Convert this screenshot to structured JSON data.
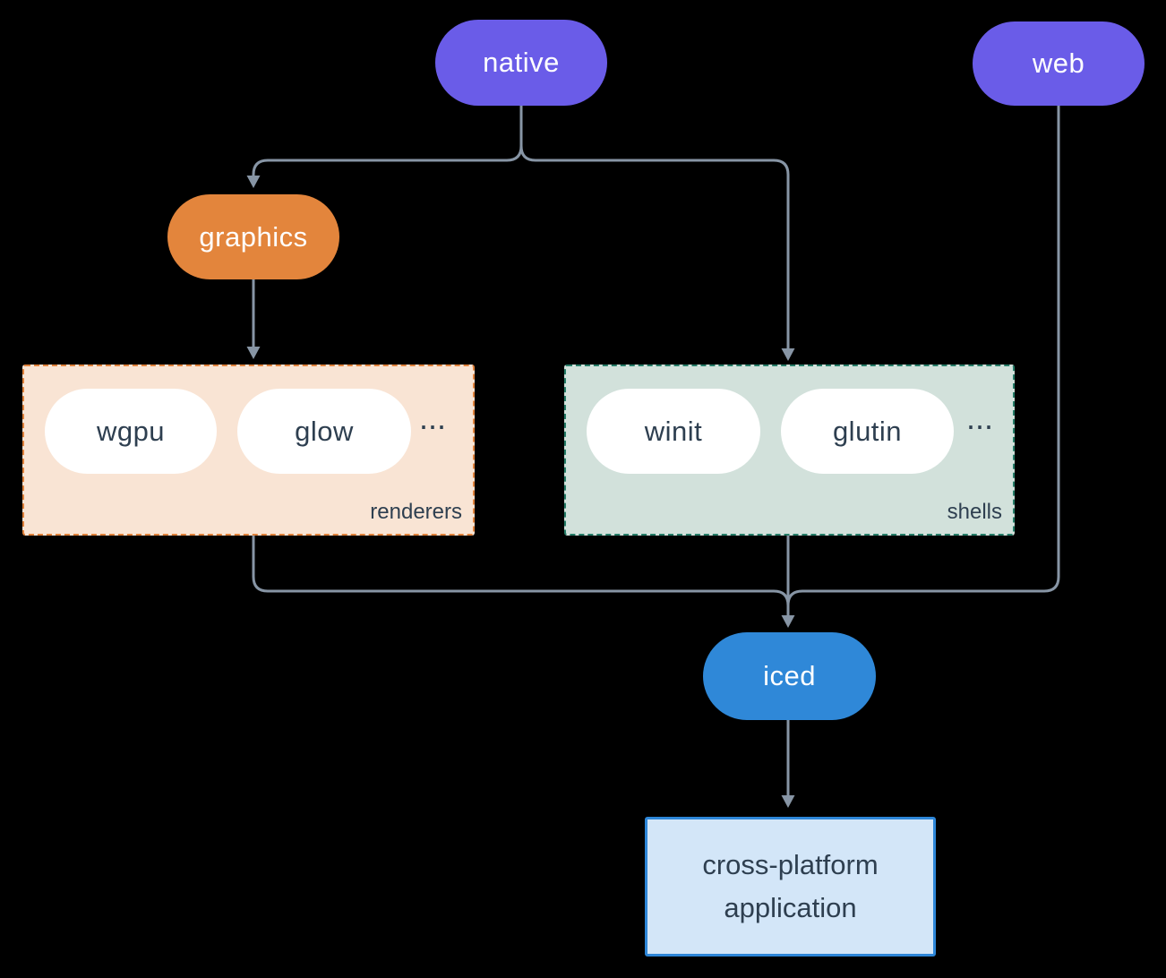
{
  "background": "#000000",
  "edge_color": "#8795A5",
  "text_dark": "#2E3F50",
  "text_light": "#FFFFFF",
  "nodes": {
    "native": {
      "label": "native",
      "fill": "#6A5CE8"
    },
    "web": {
      "label": "web",
      "fill": "#6A5CE8"
    },
    "graphics": {
      "label": "graphics",
      "fill": "#E3853C"
    },
    "wgpu": {
      "label": "wgpu",
      "fill": "#FFFFFF"
    },
    "glow": {
      "label": "glow",
      "fill": "#FFFFFF"
    },
    "winit": {
      "label": "winit",
      "fill": "#FFFFFF"
    },
    "glutin": {
      "label": "glutin",
      "fill": "#FFFFFF"
    },
    "iced": {
      "label": "iced",
      "fill": "#2F88D8"
    },
    "application": {
      "line1": "cross-platform",
      "line2": "application",
      "fill": "#D3E6F8",
      "border": "#2D86D8"
    }
  },
  "groups": {
    "renderers": {
      "label": "renderers",
      "ellipsis": "...",
      "fill": "#F9E4D4",
      "border": "#E0823C"
    },
    "shells": {
      "label": "shells",
      "ellipsis": "...",
      "fill": "#D2E1DB",
      "border": "#267D68"
    }
  },
  "edges": [
    {
      "from": "native",
      "to": "graphics"
    },
    {
      "from": "native",
      "to": "shells"
    },
    {
      "from": "graphics",
      "to": "renderers"
    },
    {
      "from": "renderers",
      "to": "iced"
    },
    {
      "from": "shells",
      "to": "iced"
    },
    {
      "from": "web",
      "to": "iced"
    },
    {
      "from": "iced",
      "to": "application"
    }
  ]
}
